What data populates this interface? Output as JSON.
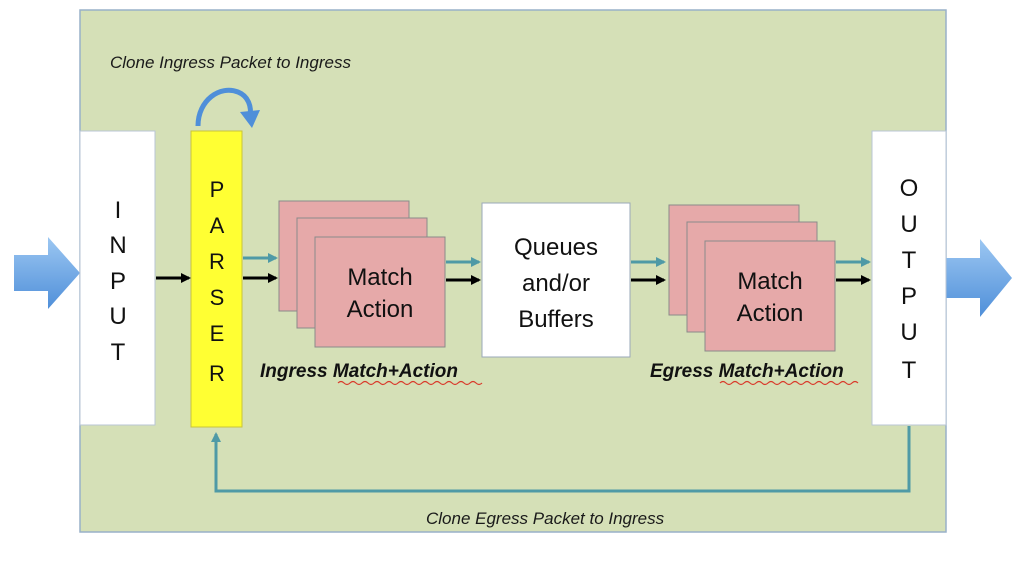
{
  "diagram": {
    "clone_ingress_label": "Clone Ingress Packet to Ingress",
    "clone_egress_label": "Clone Egress Packet to Ingress",
    "input_letters": [
      "I",
      "N",
      "P",
      "U",
      "T"
    ],
    "parser_letters": [
      "P",
      "A",
      "R",
      "S",
      "E",
      "R"
    ],
    "output_letters": [
      "O",
      "U",
      "T",
      "P",
      "U",
      "T"
    ],
    "ingress_match_action": {
      "line1": "Match",
      "line2": "Action"
    },
    "ingress_caption": "Ingress Match+Action",
    "queues_box": {
      "line1": "Queues",
      "line2": "and/or",
      "line3": "Buffers"
    },
    "egress_match_action": {
      "line1": "Match",
      "line2": "Action"
    },
    "egress_caption": "Egress Match+Action",
    "colors": {
      "background_panel": "#d5e0b7",
      "panel_border": "#98b1c9",
      "parser_fill": "#ffff33",
      "match_action_fill": "#e6a9a9",
      "arrow_blue": "#6fa5e0",
      "loop_teal": "#4f9aa6",
      "wavy_red": "#d93a2b"
    },
    "icons": [
      "input-block-arrow-icon",
      "output-block-arrow-icon",
      "recirculate-arrow-icon"
    ]
  }
}
